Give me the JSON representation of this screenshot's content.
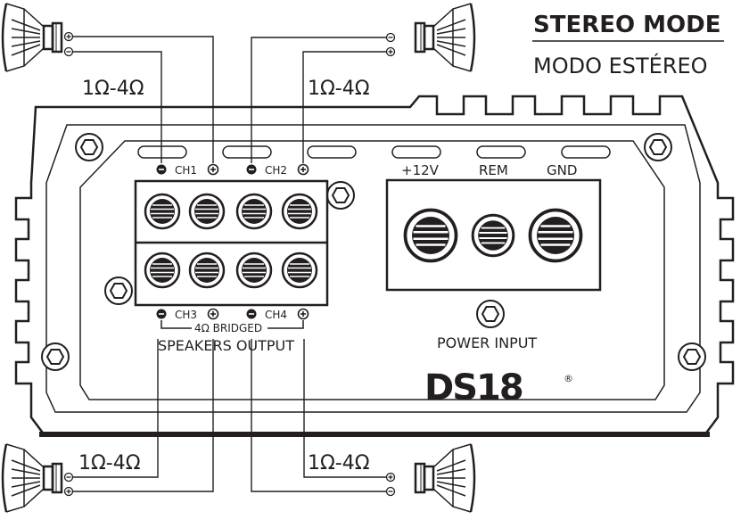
{
  "header": {
    "title": "STEREO MODE",
    "subtitle": "MODO ESTÉREO"
  },
  "impedance": {
    "top_left": "1Ω-4Ω",
    "top_right": "1Ω-4Ω",
    "bottom_left": "1Ω-4Ω",
    "bottom_right": "1Ω-4Ω"
  },
  "channels": {
    "ch1": "CH1",
    "ch2": "CH2",
    "ch3": "CH3",
    "ch4": "CH4"
  },
  "power": {
    "plus12v": "+12V",
    "rem": "REM",
    "gnd": "GND",
    "label": "POWER INPUT"
  },
  "speaker_output": {
    "bridged": "4Ω BRIDGED",
    "label": "SPEAKERS OUTPUT"
  },
  "brand": {
    "logo": "DS18",
    "registered": "®"
  },
  "icons": {
    "terminal": "screw-terminal-icon",
    "speaker": "speaker-icon",
    "plus": "plus-terminal-icon",
    "minus": "minus-terminal-icon"
  }
}
